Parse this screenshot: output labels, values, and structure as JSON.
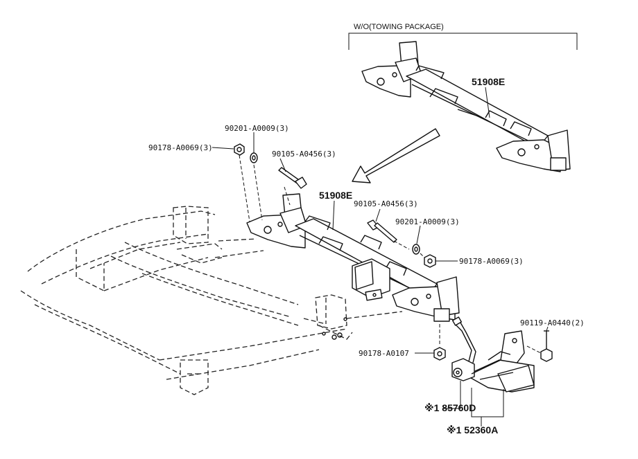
{
  "header": {
    "variant_label": "W/O(TOWING PACKAGE)"
  },
  "parts": {
    "crossmember_top": "51908E",
    "crossmember_main": "51908E",
    "nut_left": "90178-A0069(3)",
    "washer_left": "90201-A0009(3)",
    "bolt_left": "90105-A0456(3)",
    "bolt_right": "90105-A0456(3)",
    "washer_right": "90201-A0009(3)",
    "nut_right": "90178-A0069(3)",
    "bolt_bracket": "90119-A0440(2)",
    "nut_lower": "90178-A0107",
    "sensor": "※1 85760D",
    "bracket": "※1 52360A"
  }
}
